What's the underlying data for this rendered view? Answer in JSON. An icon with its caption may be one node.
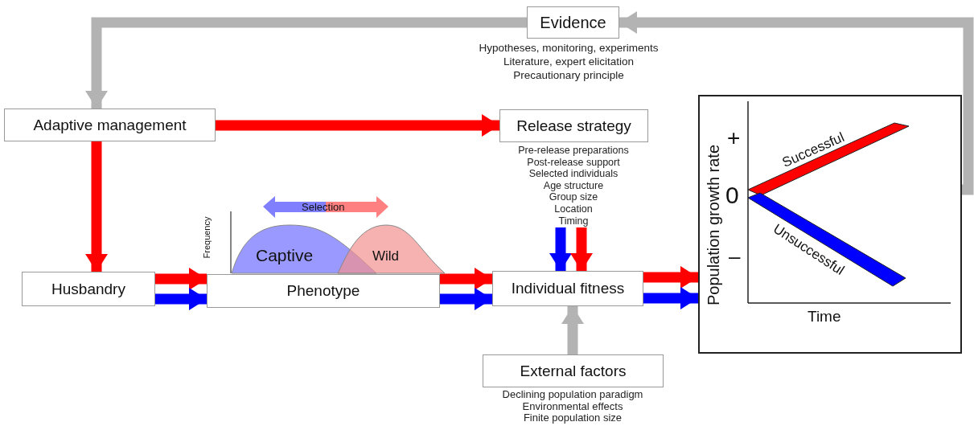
{
  "diagram": {
    "nodes": [
      {
        "text": [
          "Evidence"
        ],
        "beside": [
          "Hypotheses, monitoring, experiments",
          "Literature, expert elicitation",
          "Precautionary principle"
        ]
      },
      {
        "text": [
          "Adaptive management"
        ]
      },
      {
        "text": [
          "Release strategy"
        ],
        "beside": [
          "Pre-release preparations",
          "Post-release support",
          "Selected individuals",
          "Age structure",
          "Group size",
          "Location",
          "Timing"
        ]
      },
      {
        "text": [
          "Husbandry"
        ]
      },
      {
        "text": [
          "Phenotype"
        ]
      },
      {
        "text": [
          "Individual fitness"
        ]
      },
      {
        "text": [
          "External factors"
        ],
        "beside": [
          "Declining population paradigm",
          "Environmental effects",
          "Finite population size"
        ]
      },
      {
        "text": [
          "Population growth rate",
          "+",
          "0",
          "–",
          "Successful",
          "Unsuccessful",
          "Time"
        ]
      }
    ],
    "edges": [
      {
        "from": 7,
        "to": 0,
        "arrow": "to",
        "color": "#b3b3b3"
      },
      {
        "from": 0,
        "to": 1,
        "arrow": "to",
        "color": "#b3b3b3"
      },
      {
        "from": 1,
        "to": 2,
        "arrow": "to"
      },
      {
        "from": 1,
        "to": 3,
        "arrow": "to"
      },
      {
        "from": 3,
        "to": 4,
        "arrow": "to"
      },
      {
        "from": 3,
        "to": 4,
        "arrow": "to",
        "color": "#0000ff"
      },
      {
        "from": 4,
        "to": 5,
        "arrow": "to"
      },
      {
        "from": 4,
        "to": 5,
        "arrow": "to",
        "color": "#0000ff"
      },
      {
        "from": 2,
        "to": 5,
        "arrow": "to",
        "color": "#0000ff"
      },
      {
        "from": 2,
        "to": 5,
        "arrow": "to"
      },
      {
        "from": 5,
        "to": 7,
        "arrow": "to"
      },
      {
        "from": 5,
        "to": 7,
        "arrow": "to",
        "color": "#0000ff"
      },
      {
        "from": 6,
        "to": 5,
        "arrow": "to",
        "color": "#b3b3b3"
      }
    ],
    "labels": [
      "Selection",
      "Frequency",
      "Captive",
      "Wild"
    ]
  }
}
